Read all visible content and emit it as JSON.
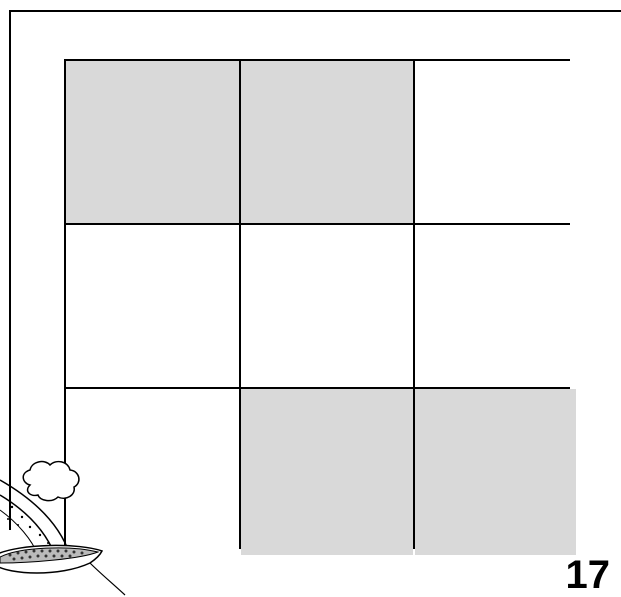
{
  "page": {
    "number": "17"
  },
  "grid": {
    "rows": 3,
    "columns": 3,
    "cells": [
      [
        {
          "shaded": true
        },
        {
          "shaded": true
        },
        {
          "shaded": false
        }
      ],
      [
        {
          "shaded": false
        },
        {
          "shaded": false
        },
        {
          "shaded": false
        }
      ],
      [
        {
          "shaded": false
        },
        {
          "shaded": true
        },
        {
          "shaded": true
        }
      ]
    ]
  },
  "colors": {
    "shaded": "#d9d9d9",
    "empty": "#ffffff",
    "lines": "#000000"
  },
  "decoration": {
    "icon": "cereal-bowl-pouring-icon"
  }
}
